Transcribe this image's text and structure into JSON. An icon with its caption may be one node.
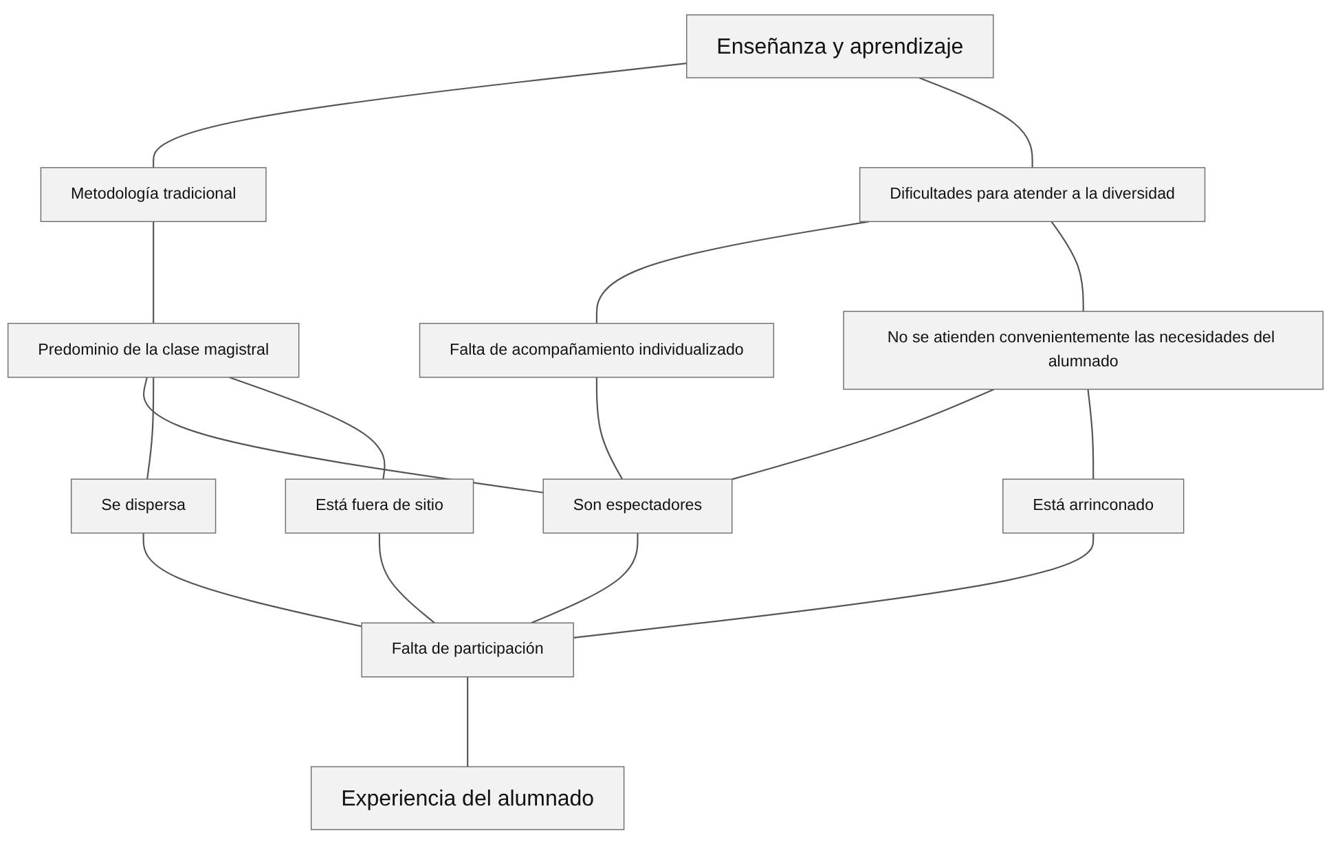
{
  "diagram": {
    "nodes": [
      {
        "text": [
          "Enseñanza y aprendizaje"
        ]
      },
      {
        "text": [
          "Metodología tradicional"
        ]
      },
      {
        "text": [
          "Dificultades para atender a la diversidad"
        ]
      },
      {
        "text": [
          "Predominio de la clase magistral"
        ]
      },
      {
        "text": [
          "Falta de acompañamiento individualizado"
        ]
      },
      {
        "text": [
          "No se atienden convenientemente las necesidades del alumnado"
        ]
      },
      {
        "text": [
          "Son espectadores"
        ]
      },
      {
        "text": [
          "Está arrinconado"
        ]
      },
      {
        "text": [
          "Se dispersa"
        ]
      },
      {
        "text": [
          "Está fuera de sitio"
        ]
      },
      {
        "text": [
          "Falta de participación"
        ]
      },
      {
        "text": [
          "Experiencia del alumnado"
        ]
      }
    ],
    "edges": [
      {
        "from": 0,
        "to": 1,
        "arrow": "none"
      },
      {
        "from": 0,
        "to": 2,
        "arrow": "none"
      },
      {
        "from": 1,
        "to": 3,
        "arrow": "none"
      },
      {
        "from": 2,
        "to": 4,
        "arrow": "none"
      },
      {
        "from": 2,
        "to": 5,
        "arrow": "none"
      },
      {
        "from": 3,
        "to": 6,
        "arrow": "none"
      },
      {
        "from": 3,
        "to": 8,
        "arrow": "none"
      },
      {
        "from": 3,
        "to": 9,
        "arrow": "none"
      },
      {
        "from": 4,
        "to": 6,
        "arrow": "none"
      },
      {
        "from": 5,
        "to": 6,
        "arrow": "none"
      },
      {
        "from": 5,
        "to": 7,
        "arrow": "none"
      },
      {
        "from": 6,
        "to": 10,
        "arrow": "none"
      },
      {
        "from": 7,
        "to": 10,
        "arrow": "none"
      },
      {
        "from": 8,
        "to": 10,
        "arrow": "none"
      },
      {
        "from": 9,
        "to": 10,
        "arrow": "none"
      },
      {
        "from": 10,
        "to": 11,
        "arrow": "none"
      }
    ]
  }
}
